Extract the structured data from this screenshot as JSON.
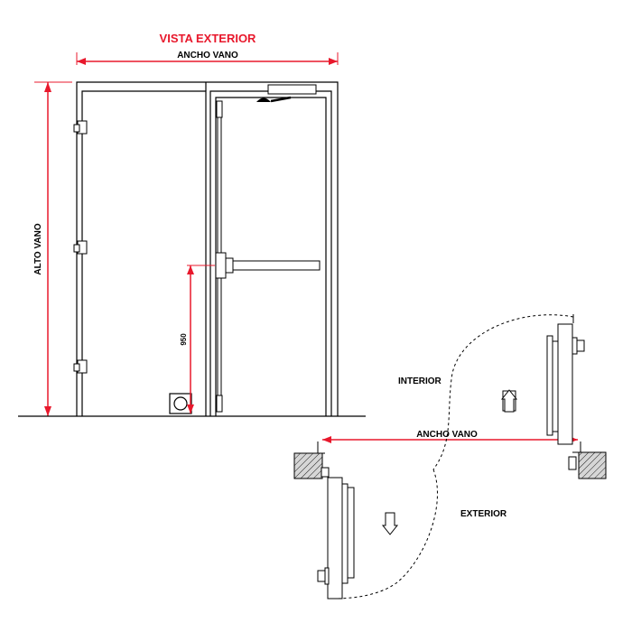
{
  "title": "VISTA EXTERIOR",
  "elevation": {
    "width_label": "ANCHO VANO",
    "height_label": "ALTO VANO",
    "handle_height_label": "950"
  },
  "plan": {
    "interior_label": "INTERIOR",
    "exterior_label": "EXTERIOR",
    "width_label": "ANCHO VANO"
  },
  "colors": {
    "dimension": "#e8182c",
    "line": "#000000",
    "hatch_fill": "#d0d0d0"
  }
}
